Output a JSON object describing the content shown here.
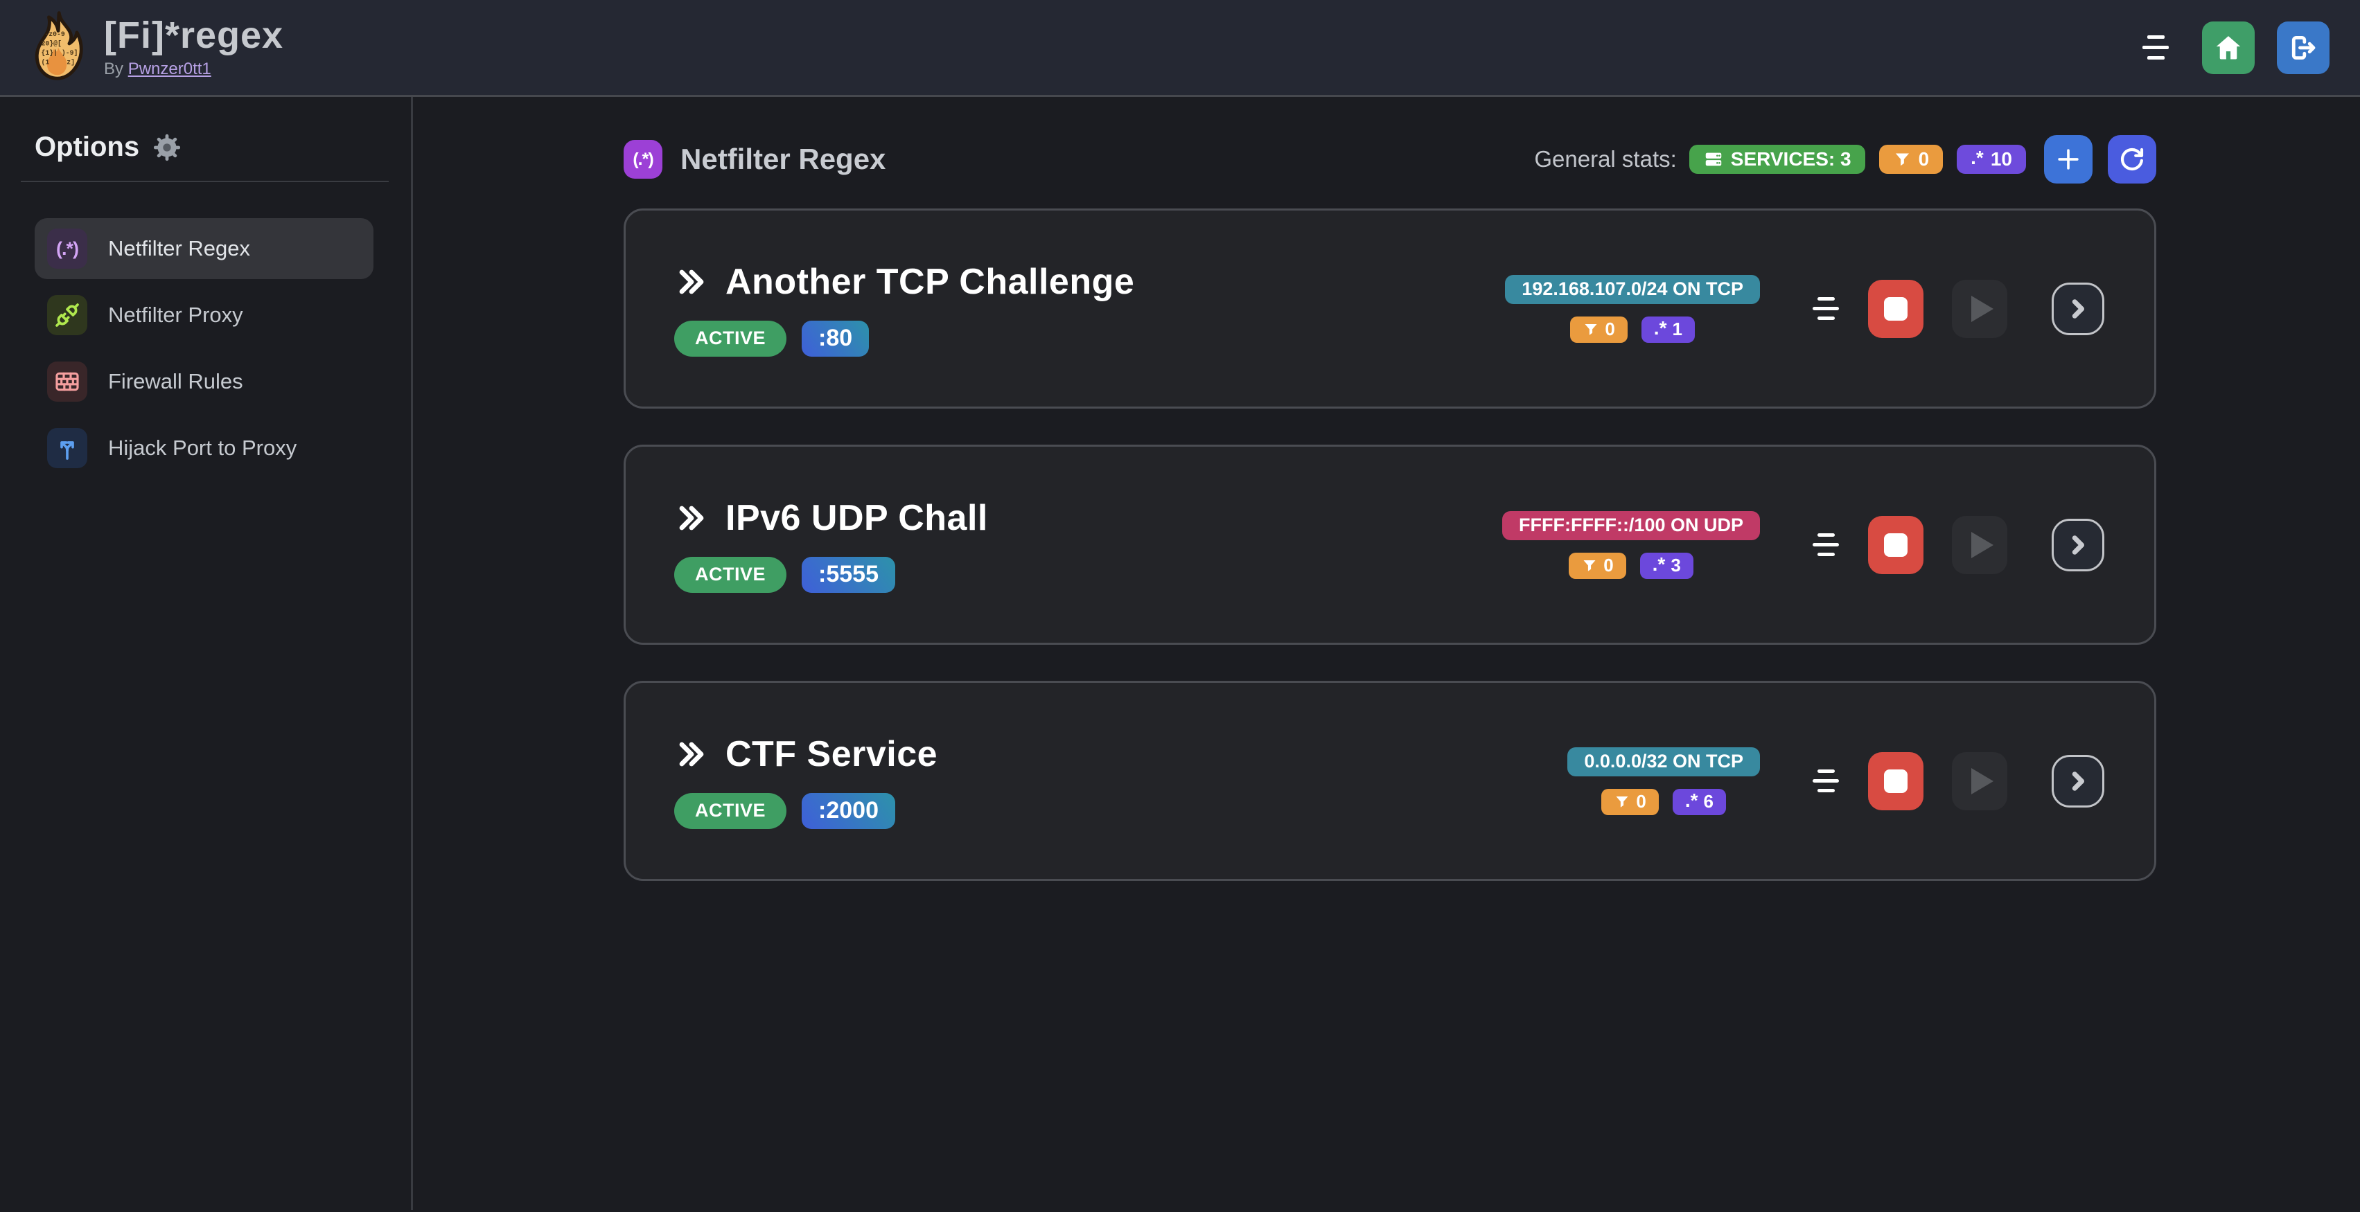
{
  "topbar": {
    "app_title": "[Fi]*regex",
    "byline_prefix": "By",
    "author_link": "Pwnzer0tt1"
  },
  "sidebar": {
    "heading": "Options",
    "items": [
      {
        "label": "Netfilter Regex",
        "icon": "regex-icon",
        "active": true
      },
      {
        "label": "Netfilter Proxy",
        "icon": "plug-connected-icon",
        "active": false
      },
      {
        "label": "Firewall Rules",
        "icon": "brick-wall-icon",
        "active": false
      },
      {
        "label": "Hijack Port to Proxy",
        "icon": "arrows-split-icon",
        "active": false
      }
    ]
  },
  "glyphs": {
    "paren_dot_star": "(.*)",
    "dot_star": ".*"
  },
  "main": {
    "section_title": "Netfilter Regex",
    "stats_label": "General stats:",
    "stats": {
      "services_badge": "SERVICES: 3",
      "filtered_count": "0",
      "regex_count": "10"
    },
    "services": [
      {
        "name": "Another TCP Challenge",
        "status": "ACTIVE",
        "port": ":80",
        "address": "192.168.107.0/24 ON TCP",
        "address_variant": "teal",
        "filtered_count": "0",
        "regex_count": "1"
      },
      {
        "name": "IPv6 UDP Chall",
        "status": "ACTIVE",
        "port": ":5555",
        "address": "FFFF:FFFF::/100 ON UDP",
        "address_variant": "pink",
        "filtered_count": "0",
        "regex_count": "3"
      },
      {
        "name": "CTF Service",
        "status": "ACTIVE",
        "port": ":2000",
        "address": "0.0.0.0/32 ON TCP",
        "address_variant": "teal",
        "filtered_count": "0",
        "regex_count": "6"
      }
    ]
  },
  "colors": {
    "page_bg": "#1b1c21",
    "header_bg": "#252833",
    "card_bg": "#232428",
    "card_border": "#4a4c52",
    "active_green": "#3f9e63",
    "services_green": "#47a34b",
    "orange": "#ea9b3e",
    "violet": "#6c48dc",
    "teal": "#38899f",
    "pink": "#c03a66",
    "stop_red": "#d84b42",
    "plus_blue": "#3d73d8",
    "refresh_indigo": "#4a5cdf",
    "home_green": "#3f9e68",
    "logout_blue": "#3a78c8",
    "section_purple": "#9c40d6",
    "port_gradient_start": "#3f5fd9",
    "port_gradient_end": "#2d92aa"
  }
}
